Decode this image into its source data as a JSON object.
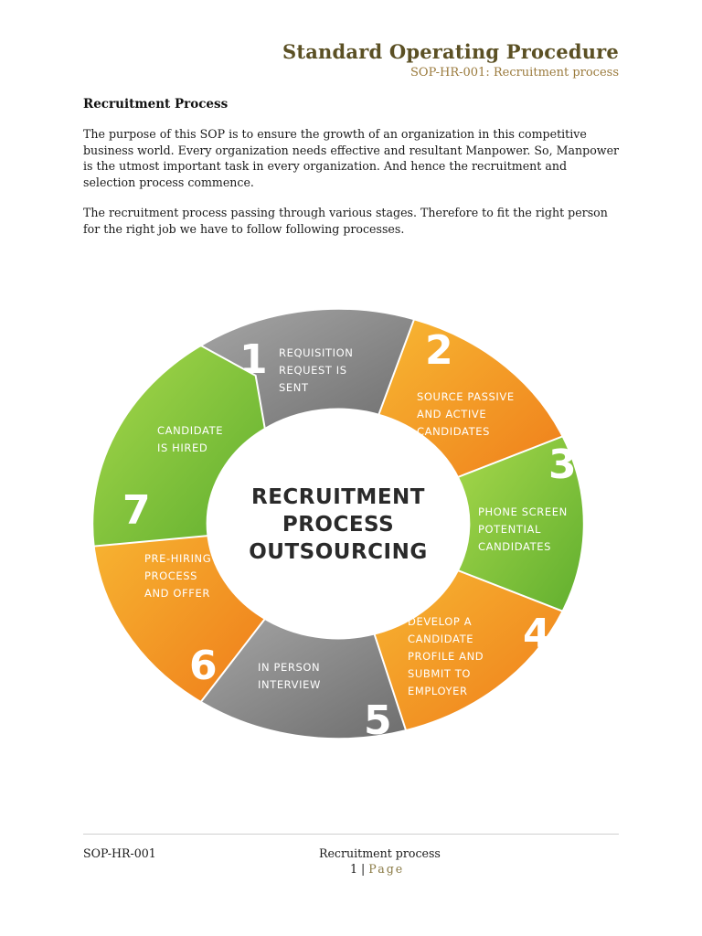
{
  "header": {
    "title": "Standard Operating Procedure",
    "subtitle": "SOP-HR-001: Recruitment process"
  },
  "section": {
    "title": "Recruitment Process",
    "paragraphs": [
      "The purpose of this SOP is to ensure the growth of an organization in this competitive business world. Every organization needs effective and resultant Manpower. So, Manpower is the utmost important task in every organization. And hence the recruitment and selection process commence.",
      "The recruitment process passing through various stages. Therefore to fit the right person for the right job we have to follow following processes."
    ]
  },
  "diagram": {
    "center": [
      "RECRUITMENT",
      "PROCESS",
      "OUTSOURCING"
    ],
    "steps": [
      {
        "number": "1",
        "lines": [
          "REQUISITION",
          "REQUEST IS",
          "SENT"
        ],
        "color": "#8c8c8c"
      },
      {
        "number": "2",
        "lines": [
          "SOURCE PASSIVE",
          "AND ACTIVE",
          "CANDIDATES"
        ],
        "color": "#f39a1f"
      },
      {
        "number": "3",
        "lines": [
          "PHONE SCREEN",
          "POTENTIAL",
          "CANDIDATES"
        ],
        "color": "#7cc242"
      },
      {
        "number": "4",
        "lines": [
          "DEVELOP A",
          "CANDIDATE",
          "PROFILE AND",
          "SUBMIT TO",
          "EMPLOYER"
        ],
        "color": "#f39a1f"
      },
      {
        "number": "5",
        "lines": [
          "IN PERSON",
          "INTERVIEW"
        ],
        "color": "#8c8c8c"
      },
      {
        "number": "6",
        "lines": [
          "PRE-HIRING",
          "PROCESS",
          "AND OFFER"
        ],
        "color": "#f39a1f"
      },
      {
        "number": "7",
        "lines": [
          "CANDIDATE",
          "IS HIRED"
        ],
        "color": "#7cc242"
      }
    ]
  },
  "footer": {
    "code": "SOP-HR-001",
    "title": "Recruitment process",
    "page_number": "1",
    "separator": "|",
    "page_word": "Page"
  }
}
